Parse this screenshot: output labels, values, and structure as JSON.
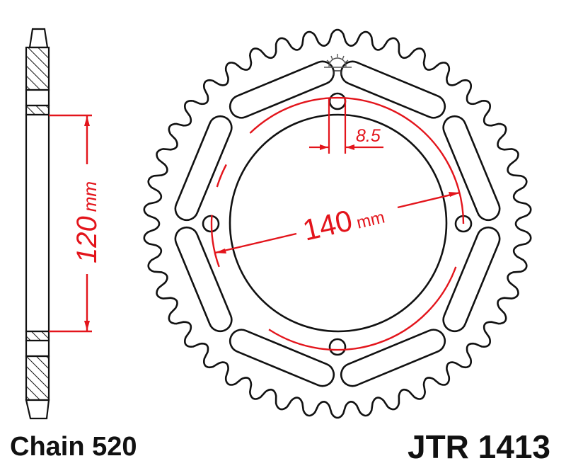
{
  "diagram": {
    "type": "sprocket-technical-drawing",
    "line_color": "#111111",
    "dimension_color": "#e3141b",
    "sprocket": {
      "teeth": 42,
      "bolt_holes": 4,
      "lightening_slots": 8
    },
    "dimensions": {
      "side_height_value": "120",
      "side_height_unit": "mm",
      "bolt_circle_value": "140",
      "bolt_circle_unit": "mm",
      "bolt_hole_value": "8.5"
    },
    "logo_icon": "sunrise-logo-icon"
  },
  "labels": {
    "chain": "Chain 520",
    "part_number": "JTR 1413"
  }
}
